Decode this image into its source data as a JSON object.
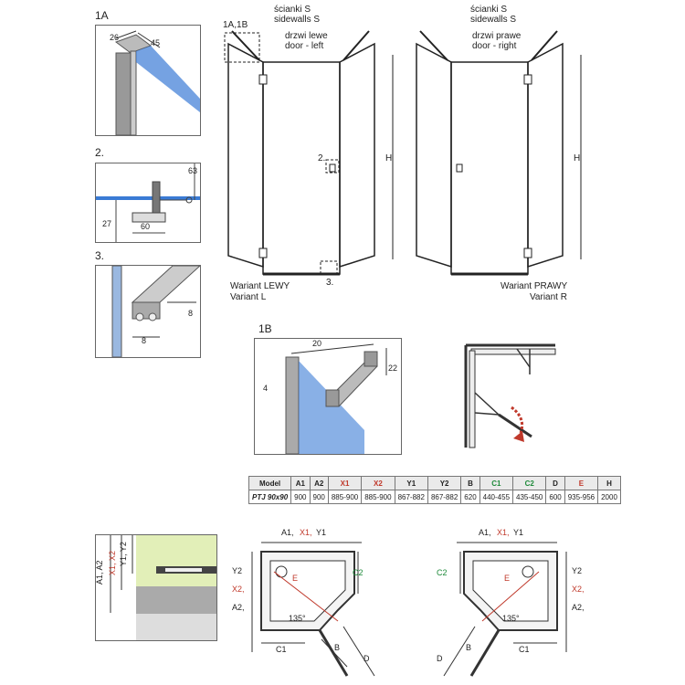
{
  "labels": {
    "detail_1a": "1A",
    "detail_2": "2.",
    "detail_3": "3.",
    "detail_1b": "1B",
    "ref_1a_1b": "1A,1B",
    "ref_2": "2.",
    "ref_3": "3.",
    "sidewalls_pl_left": "ścianki S",
    "sidewalls_en_left": "sidewalls S",
    "door_left_pl": "drzwi lewe",
    "door_left_en": "door - left",
    "sidewalls_pl_right": "ścianki S",
    "sidewalls_en_right": "sidewalls S",
    "door_right_pl": "drzwi prawe",
    "door_right_en": "door - right",
    "variant_left_pl": "Wariant LEWY",
    "variant_left_en": "Variant L",
    "variant_right_pl": "Wariant PRAWY",
    "variant_right_en": "Variant R",
    "height_h": "H"
  },
  "dimensions": {
    "d1a_a": "26",
    "d1a_b": "45",
    "d2_a": "63",
    "d2_b": "27",
    "d2_c": "60",
    "d3_a": "8",
    "d3_b": "8",
    "d1b_a": "20",
    "d1b_b": "22",
    "d1b_c": "4"
  },
  "plan": {
    "top_dim_a": "A1,",
    "top_dim_x": "X1,",
    "top_dim_y": "Y1",
    "side_dim_a": "A2,",
    "side_dim_x": "X2,",
    "side_dim_y": "Y2",
    "c1": "C1",
    "c2": "C2",
    "e": "E",
    "b": "B",
    "d": "D",
    "angle": "135°"
  },
  "section": {
    "a_label": "A1, A2",
    "x_label": "X1, X2",
    "y_label": "Y1, Y2"
  },
  "table": {
    "headers": [
      "Model",
      "A1",
      "A2",
      "X1",
      "X2",
      "Y1",
      "Y2",
      "B",
      "C1",
      "C2",
      "D",
      "E",
      "H"
    ],
    "rows": [
      [
        "PTJ 90x90",
        "900",
        "900",
        "885-900",
        "885-900",
        "867-882",
        "867-882",
        "620",
        "440-455",
        "435-450",
        "600",
        "935-956",
        "2000"
      ]
    ]
  },
  "colors": {
    "red_labels": "#c0392b",
    "green_labels": "#1e8a3a",
    "glass_blue": "#3a7bd5"
  }
}
